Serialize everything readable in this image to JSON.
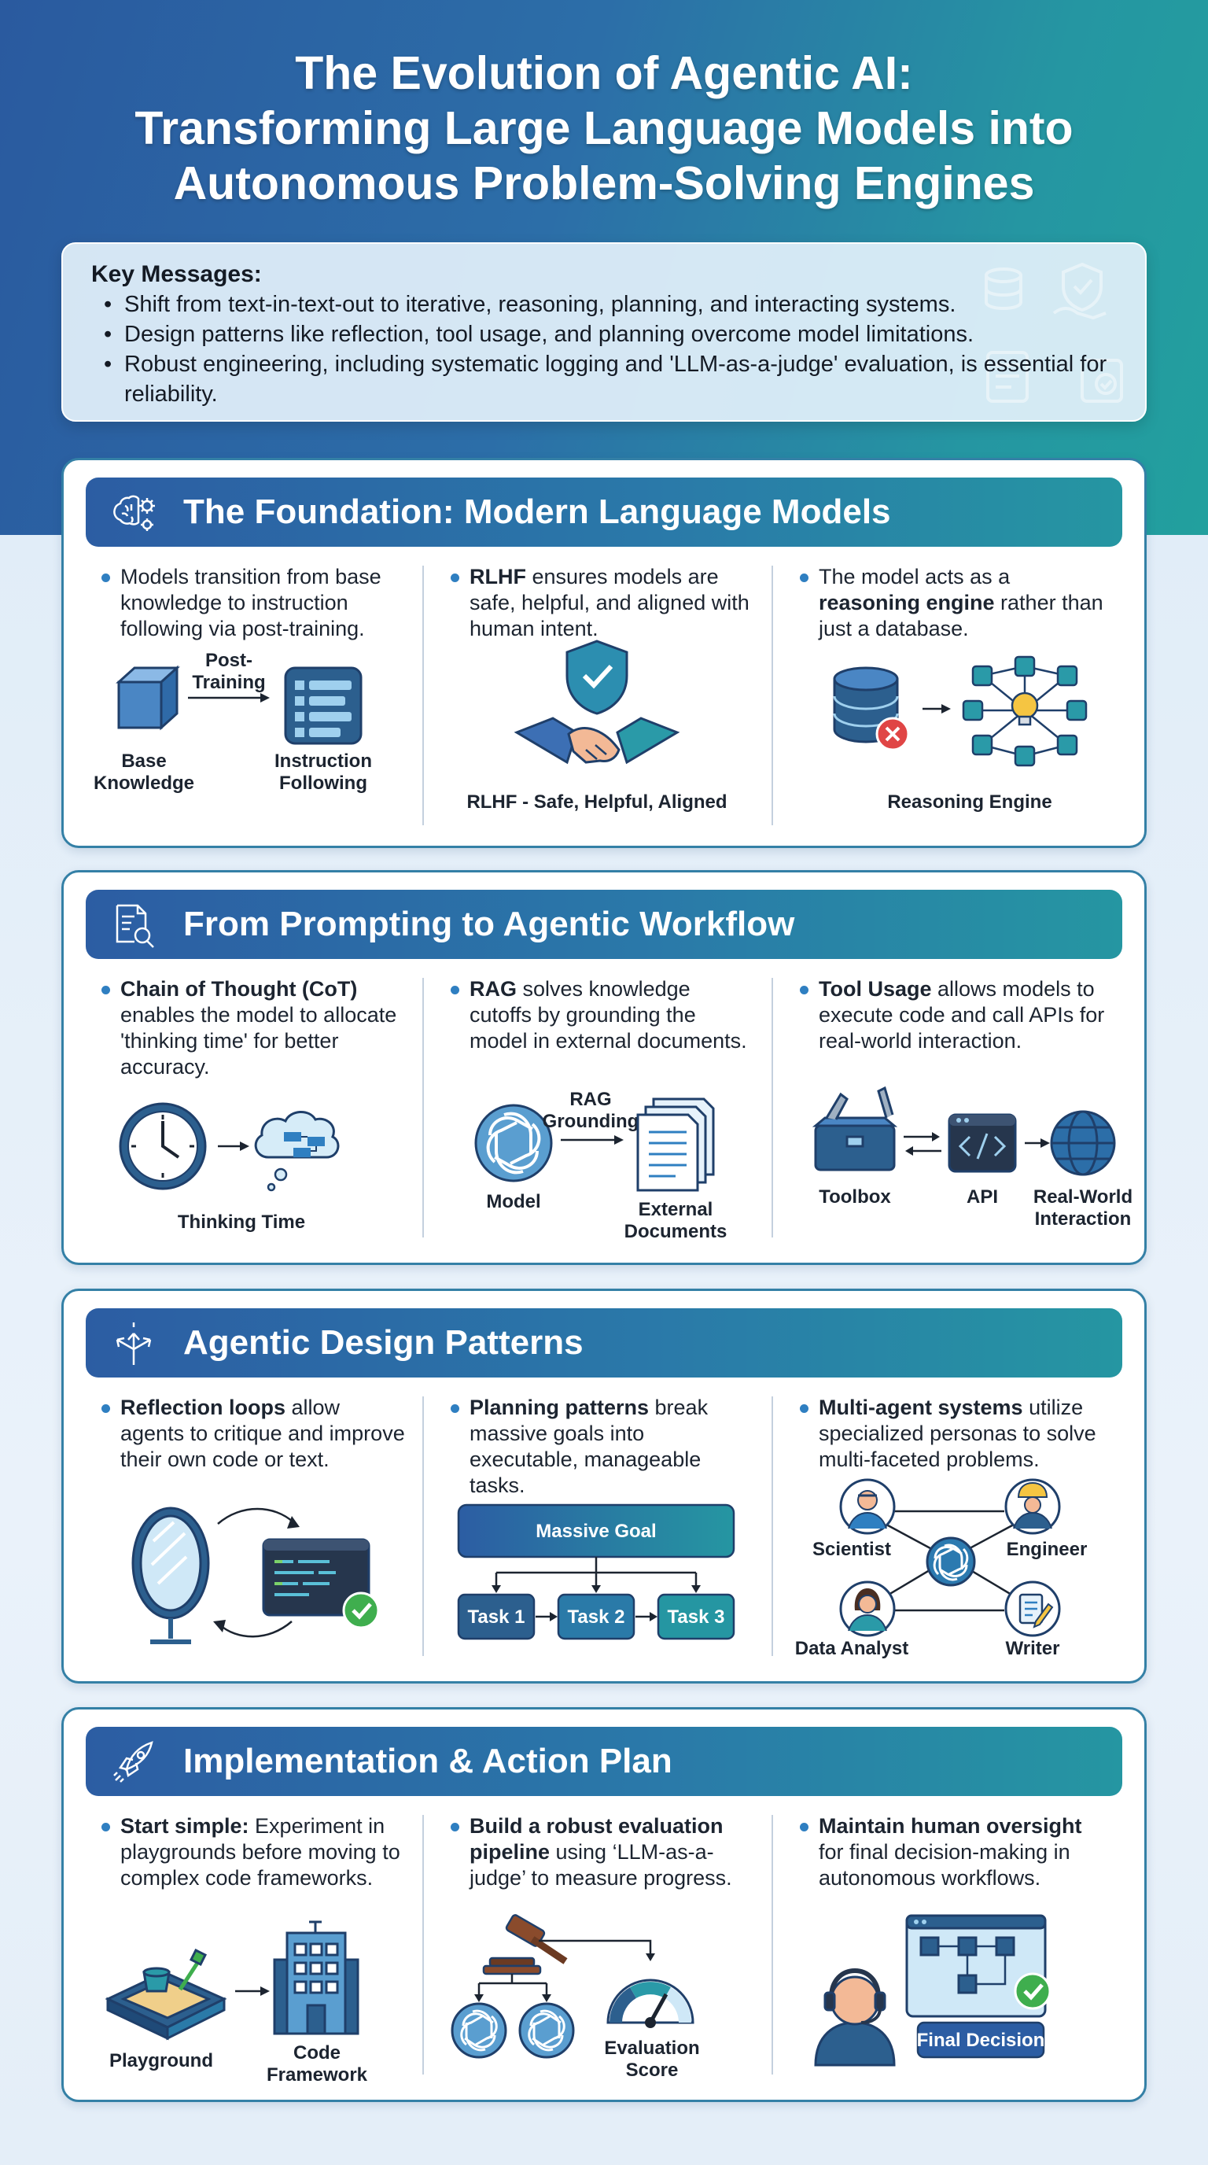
{
  "title_lines": [
    "The Evolution of Agentic AI:",
    "Transforming Large Language Models into",
    "Autonomous Problem-Solving Engines"
  ],
  "key_messages": {
    "heading": "Key Messages:",
    "items": [
      "Shift from text-in-text-out to iterative, reasoning, planning, and interacting systems.",
      "Design patterns like reflection, tool usage, and planning overcome model limitations.",
      "Robust engineering, including systematic logging and 'LLM-as-a-judge' evaluation, is essential for reliability."
    ]
  },
  "sections": [
    {
      "title": "The Foundation: Modern Language Models",
      "icon": "brain-gears-icon",
      "columns": [
        {
          "bold": "",
          "text": "Models transition from base knowledge to instruction following via post-training.",
          "labels": {
            "arrow_top": "Post-",
            "arrow_bottom": "Training",
            "left_1": "Base",
            "left_2": "Knowledge",
            "right_1": "Instruction",
            "right_2": "Following"
          }
        },
        {
          "bold": "RLHF",
          "text": " ensures models are safe, helpful, and aligned with human intent.",
          "labels": {
            "caption": "RLHF - Safe, Helpful, Aligned"
          }
        },
        {
          "bold_prefix": "The model acts as a ",
          "bold": "reasoning engine",
          "text": " rather than just a database.",
          "labels": {
            "caption": "Reasoning Engine"
          }
        }
      ]
    },
    {
      "title": "From Prompting to Agentic Workflow",
      "icon": "document-search-icon",
      "columns": [
        {
          "bold": "Chain of Thought (CoT)",
          "text": " enables the model to allocate 'thinking time' for better accuracy.",
          "labels": {
            "caption": "Thinking Time"
          }
        },
        {
          "bold": "RAG",
          "text": " solves knowledge cutoffs by grounding the model in external documents.",
          "labels": {
            "arrow_top": "RAG",
            "arrow_bottom": "Grounding",
            "left": "Model",
            "right_1": "External",
            "right_2": "Documents"
          }
        },
        {
          "bold": "Tool Usage",
          "text": " allows models to execute code and call APIs for real-world interaction.",
          "labels": {
            "toolbox": "Toolbox",
            "api": "API",
            "world_1": "Real-World",
            "world_2": "Interaction"
          }
        }
      ]
    },
    {
      "title": "Agentic Design Patterns",
      "icon": "branching-arrows-icon",
      "columns": [
        {
          "bold": "Reflection loops",
          "text": " allow agents to critique and improve their own code or text.",
          "labels": {}
        },
        {
          "bold": "Planning patterns",
          "text": " break massive goals into executable, manageable tasks.",
          "labels": {
            "goal": "Massive Goal",
            "task1": "Task 1",
            "task2": "Task 2",
            "task3": "Task 3"
          }
        },
        {
          "bold": "Multi-agent systems",
          "text": " utilize specialized personas to solve multi-faceted problems.",
          "labels": {
            "p1": "Scientist",
            "p2": "Engineer",
            "p3": "Data Analyst",
            "p4": "Writer"
          }
        }
      ]
    },
    {
      "title": "Implementation & Action Plan",
      "icon": "rocket-icon",
      "columns": [
        {
          "bold": "Start simple:",
          "text": " Experiment in playgrounds before moving to complex code frameworks.",
          "labels": {
            "left": "Playground",
            "right_1": "Code",
            "right_2": "Framework"
          }
        },
        {
          "bold": "Build a robust evaluation pipeline",
          "text": " using ‘LLM-as-a-judge’ to measure progress.",
          "labels": {
            "score_1": "Evaluation",
            "score_2": "Score"
          }
        },
        {
          "bold": "Maintain human oversight",
          "text": " for final decision-making in autonomous workflows.",
          "labels": {
            "badge": "Final Decision"
          }
        }
      ]
    }
  ],
  "colors": {
    "navy": "#2c5da3",
    "teal": "#2596a2",
    "bullet": "#2f7fc1"
  }
}
